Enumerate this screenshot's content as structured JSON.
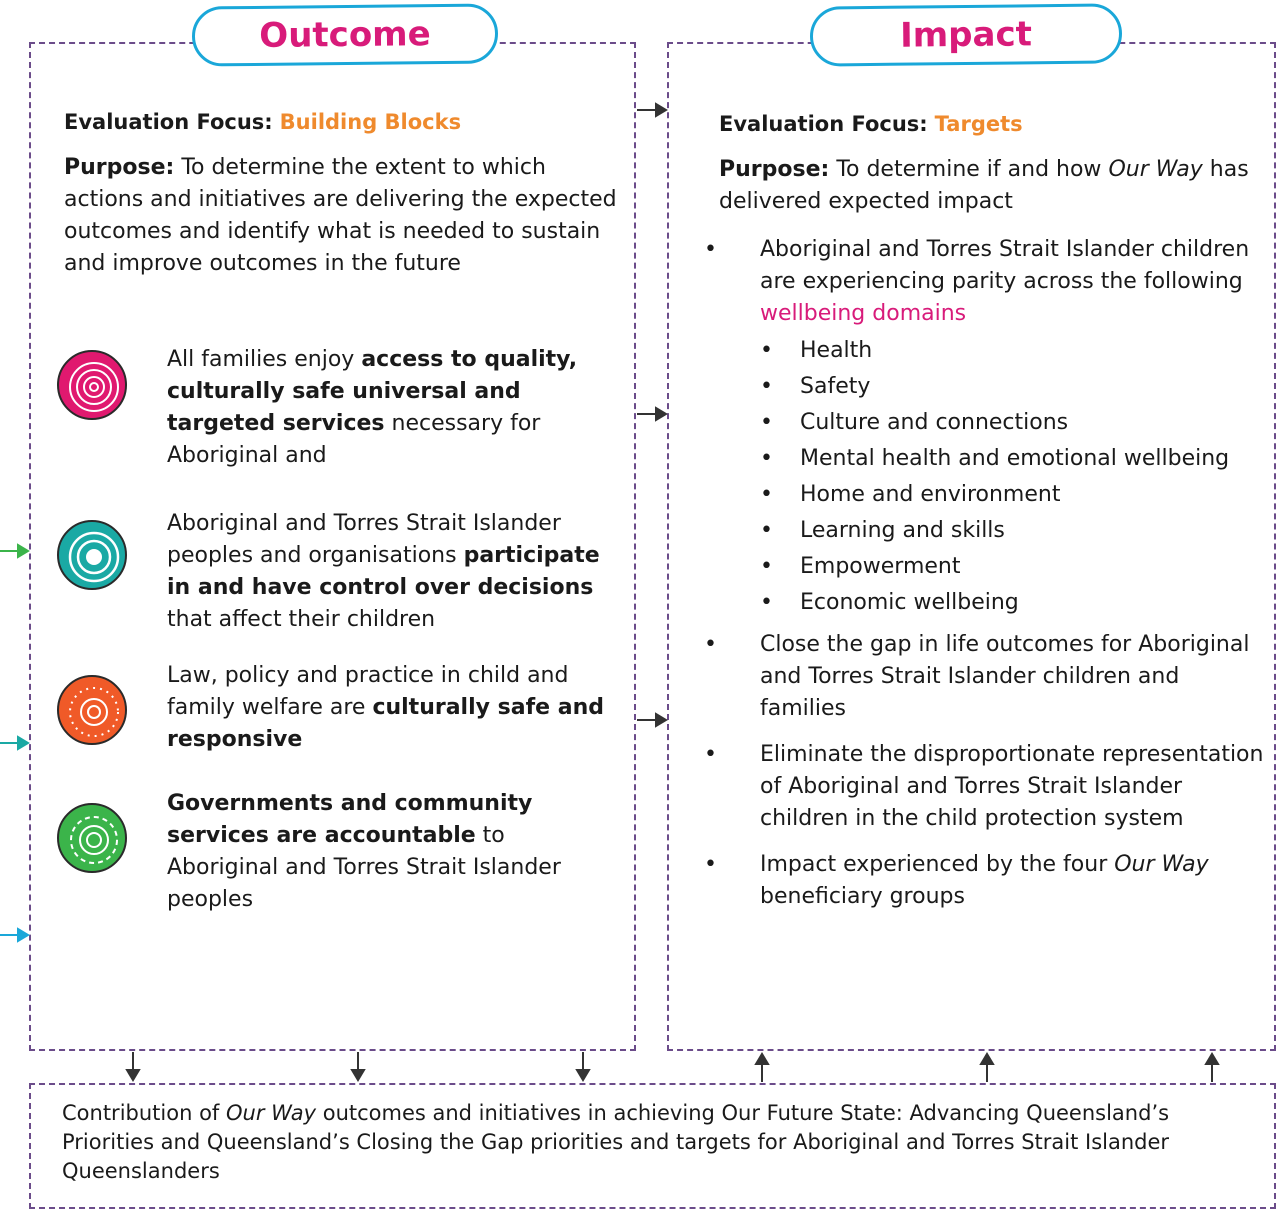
{
  "outcome": {
    "title": "Outcome",
    "focus_label": "Evaluation Focus:",
    "focus_value": "Building Blocks",
    "purpose_label": "Purpose:",
    "purpose_text": "To determine the extent to which actions and initiatives are delivering the expected outcomes and identify what is needed to sustain and improve outcomes in the future",
    "blocks": [
      {
        "icon": "pink-circle-icon",
        "color": "#e0196f",
        "pre": "All families enjoy ",
        "bold": "access to quality, culturally safe universal and targeted services",
        "post": " necessary for Aboriginal and"
      },
      {
        "icon": "teal-circle-icon",
        "color": "#1aa9a4",
        "pre": "Aboriginal and Torres Strait Islander peoples and organisations ",
        "bold": "participate in and have control over decisions",
        "post": " that affect their children"
      },
      {
        "icon": "orange-circle-icon",
        "color": "#f05a28",
        "pre": "Law, policy and practice in child and family welfare are ",
        "bold": "culturally safe and responsive",
        "post": ""
      },
      {
        "icon": "green-circle-icon",
        "color": "#3bb44a",
        "pre": "",
        "bold": "Governments and community services are accountable",
        "post": " to Aboriginal and Torres Strait Islander peoples"
      }
    ]
  },
  "impact": {
    "title": "Impact",
    "focus_label": "Evaluation Focus:",
    "focus_value": "Targets",
    "purpose_label": "Purpose:",
    "purpose_pre": "To determine if and how ",
    "purpose_italic": "Our Way",
    "purpose_post": " has delivered expected impact",
    "bullet1_text": "Aboriginal and Torres Strait Islander children are experiencing parity across the following ",
    "bullet1_link": "wellbeing domains",
    "domains": [
      "Health",
      "Safety",
      "Culture and connections",
      "Mental health and emotional wellbeing",
      "Home and environment",
      "Learning and skills",
      "Empowerment",
      "Economic wellbeing"
    ],
    "bullet2": "Close the gap in life outcomes for Aboriginal and Torres Strait Islander children and families",
    "bullet3": "Eliminate the disproportionate representation of Aboriginal and Torres Strait Islander children in the child protection system",
    "bullet4_pre": "Impact experienced by the four ",
    "bullet4_italic": "Our Way",
    "bullet4_post": " beneficiary groups"
  },
  "contribution": {
    "pre": "Contribution of ",
    "italic": "Our Way",
    "post": " outcomes and initiatives in achieving Our Future State: Advancing Queensland’s Priorities and Queensland’s Closing the Gap priorities and targets for Aboriginal and Torres Strait Islander Queenslanders"
  },
  "colors": {
    "border": "#6b4c8a",
    "title": "#d81b7a",
    "pill_border": "#1aa7d9",
    "focus_accent": "#ef8a2d",
    "arrow_green": "#3bb44a",
    "arrow_teal": "#1aa9a4",
    "arrow_blue": "#1aa7d9"
  }
}
